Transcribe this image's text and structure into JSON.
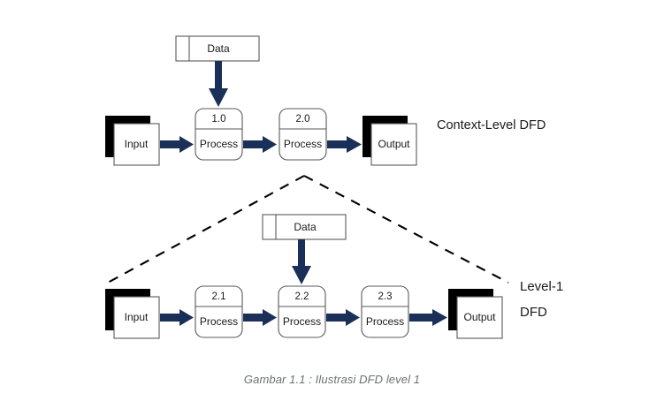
{
  "figure": {
    "caption": "Gambar 1.1 : Ilustrasi DFD level 1",
    "background_color": "#ffffff",
    "arrow_color": "#1b3058",
    "shape_stroke_color": "#595959",
    "shadow_color": "#000000",
    "text_color": "#1a1a1a",
    "caption_color": "#6b7076"
  },
  "labels": {
    "context_level": "Context-Level DFD",
    "level1_line1": "Level-1",
    "level1_line2": "DFD"
  },
  "context_diagram": {
    "title": "Context-Level DFD",
    "data_store": {
      "name": "Data"
    },
    "external_entities": [
      {
        "name": "Input",
        "role": "source"
      },
      {
        "name": "Output",
        "role": "sink"
      }
    ],
    "processes": [
      {
        "number": "1.0",
        "name": "Process"
      },
      {
        "number": "2.0",
        "name": "Process"
      }
    ],
    "flows": [
      {
        "from": "Input",
        "to": "1.0"
      },
      {
        "from": "Data",
        "to": "1.0"
      },
      {
        "from": "1.0",
        "to": "2.0"
      },
      {
        "from": "2.0",
        "to": "Output"
      }
    ]
  },
  "level1_diagram": {
    "title": "Level-1 DFD",
    "data_store": {
      "name": "Data"
    },
    "external_entities": [
      {
        "name": "Input",
        "role": "source"
      },
      {
        "name": "Output",
        "role": "sink"
      }
    ],
    "processes": [
      {
        "number": "2.1",
        "name": "Process"
      },
      {
        "number": "2.2",
        "name": "Process"
      },
      {
        "number": "2.3",
        "name": "Process"
      }
    ],
    "flows": [
      {
        "from": "Input",
        "to": "2.1"
      },
      {
        "from": "2.1",
        "to": "2.2"
      },
      {
        "from": "Data",
        "to": "2.2"
      },
      {
        "from": "2.2",
        "to": "2.3"
      },
      {
        "from": "2.3",
        "to": "Output"
      }
    ],
    "explosion_source": "2.0"
  }
}
